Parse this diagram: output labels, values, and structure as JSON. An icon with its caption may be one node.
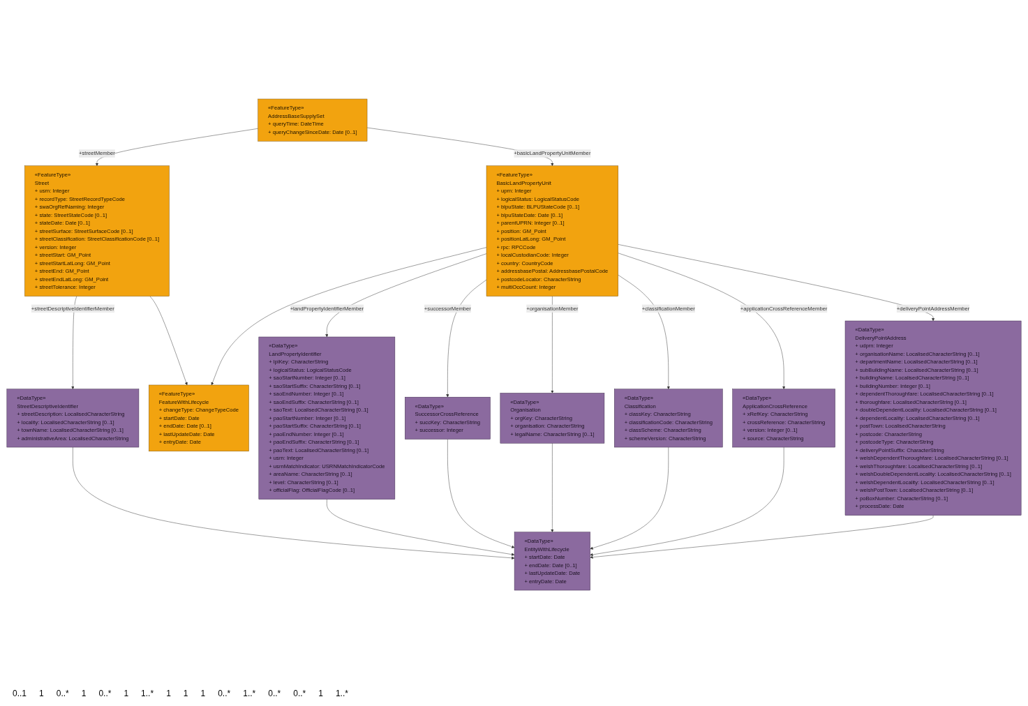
{
  "diagram": {
    "nodes": [
      {
        "text": [
          "«DataType»",
          "EntityWithLifecycle",
          "+ startDate: Date",
          "+ endDate: Date [0..1]",
          "+ lastUpdateDate: Date",
          "+ entryDate: Date"
        ]
      },
      {
        "text": [
          "«DataType»",
          "DeliveryPointAddress",
          "+ udprn: Integer",
          "+ organisationName: LocalisedCharacterString [0..1]",
          "+ departmentName: LocalisedCharacterString [0..1]",
          "+ subBuildingName: LocalisedCharacterString [0..1]",
          "+ buildingName: LocalisedCharacterString [0..1]",
          "+ buildingNumber: Integer [0..1]",
          "+ dependentThoroughfare: LocalisedCharacterString [0..1]",
          "+ thoroughfare: LocalisedCharacterString [0..1]",
          "+ doubleDependentLocality: LocalisedCharacterString [0..1]",
          "+ dependentLocality: LocalisedCharacterString [0..1]",
          "+ postTown: LocalisedCharacterString",
          "+ postcode: CharacterString",
          "+ postcodeType: CharacterString",
          "+ deliveryPointSuffix: CharacterString",
          "+ welshDependentThoroughfare: LocalisedCharacterString [0..1]",
          "+ welshThoroughfare: LocalisedCharacterString [0..1]",
          "+ welshDoubleDependentLocality: LocalisedCharacterString [0..1]",
          "+ welshDependentLocality: LocalisedCharacterString [0..1]",
          "+ welshPostTown: LocalisedCharacterString [0..1]",
          "+ poBoxNumber: CharacterString [0..1]",
          "+ processDate: Date"
        ]
      },
      {
        "text": [
          "«FeatureType»",
          "FeatureWithLifecycle",
          "+ changeType: ChangeTypeCode",
          "+ startDate: Date",
          "+ endDate: Date [0..1]",
          "+ lastUpdateDate: Date",
          "+ entryDate: Date"
        ]
      },
      {
        "text": [
          "«FeatureType»",
          "BasicLandPropertyUnit",
          "+ uprn: Integer",
          "+ logicalStatus: LogicalStatusCode",
          "+ blpuState: BLPUStateCode [0..1]",
          "+ blpuStateDate: Date [0..1]",
          "+ parentUPRN: Integer [0..1]",
          "+ position: GM_Point",
          "+ positionLatLong: GM_Point",
          "+ rpc: RPCCode",
          "+ localCustodianCode: Integer",
          "+ country: CountryCode",
          "+ addressbasePostal: AddressbasePostalCode",
          "+ postcodeLocator: CharacterString",
          "+ multiOccCount: Integer"
        ]
      },
      {
        "text": [
          "«DataType»",
          "ApplicationCrossReference",
          "+ xRefKey: CharacterString",
          "+ crossReference: CharacterString",
          "+ version: Integer [0..1]",
          "+ source: CharacterString"
        ]
      },
      {
        "text": [
          "«FeatureType»",
          "AddressBaseSupplySet",
          "+ queryTime: DateTime",
          "+ queryChangeSinceDate: Date [0..1]"
        ]
      },
      {
        "text": [
          "«DataType»",
          "Classification",
          "+ classKey: CharacterString",
          "+ classificationCode: CharacterString",
          "+ classScheme: CharacterString",
          "+ schemeVersion: CharacterString"
        ]
      },
      {
        "text": [
          "«FeatureType»",
          "Street",
          "+ usrn: Integer",
          "+ recordType: StreetRecordTypeCode",
          "+ swaOrgRefNaming: Integer",
          "+ state: StreetStateCode [0..1]",
          "+ stateDate: Date [0..1]",
          "+ streetSurface: StreetSurfaceCode [0..1]",
          "+ streetClassification: StreetClassificationCode [0..1]",
          "+ version: Integer",
          "+ streetStart: GM_Point",
          "+ streetStartLatLong: GM_Point",
          "+ streetEnd: GM_Point",
          "+ streetEndLatLong: GM_Point",
          "+ streetTolerance: Integer"
        ]
      },
      {
        "text": [
          "«DataType»",
          "Organisation",
          "+ orgKey: CharacterString",
          "+ organisation: CharacterString",
          "+ legalName: CharacterString [0..1]"
        ]
      },
      {
        "text": [
          "«DataType»",
          "LandPropertyIdentifier",
          "+ lpiKey: CharacterString",
          "+ logicalStatus: LogicalStatusCode",
          "+ saoStartNumber: Integer [0..1]",
          "+ saoStartSuffix: CharacterString [0..1]",
          "+ saoEndNumber: Integer [0..1]",
          "+ saoEndSuffix: CharacterString [0..1]",
          "+ saoText: LocalisedCharacterString [0..1]",
          "+ paoStartNumber: Integer [0..1]",
          "+ paoStartSuffix: CharacterString [0..1]",
          "+ paoEndNumber: Integer [0..1]",
          "+ paoEndSuffix: CharacterString [0..1]",
          "+ paoText: LocalisedCharacterString [0..1]",
          "+ usrn: Integer",
          "+ usrnMatchIndicator: USRNMatchIndicatorCode",
          "+ areaName: CharacterString [0..1]",
          "+ level: CharacterString [0..1]",
          "+ officialFlag: OfficialFlagCode [0..1]"
        ]
      },
      {
        "text": [
          "«DataType»",
          "SuccessorCrossReference",
          "+ succKey: CharacterString",
          "+ successor: Integer"
        ]
      },
      {
        "text": [
          "«DataType»",
          "StreetDescriptiveIdentifier",
          "+ streetDescription: LocalisedCharacterString",
          "+ locality: LocalisedCharacterString [0..1]",
          "+ townName: LocalisedCharacterString [0..1]",
          "+ administrativeArea: LocalisedCharacterString"
        ]
      }
    ],
    "edges": [
      {
        "from": 1,
        "to": 0,
        "arrow": "to"
      },
      {
        "from": 4,
        "to": 0,
        "arrow": "to"
      },
      {
        "from": 6,
        "to": 0,
        "arrow": "to"
      },
      {
        "from": 8,
        "to": 0,
        "arrow": "to"
      },
      {
        "from": 10,
        "to": 0,
        "arrow": "to"
      },
      {
        "from": 9,
        "to": 0,
        "arrow": "to"
      },
      {
        "from": 11,
        "to": 0,
        "arrow": "to"
      },
      {
        "from": 3,
        "to": 2,
        "arrow": "to"
      },
      {
        "from": 7,
        "to": 2,
        "arrow": "to"
      },
      {
        "from": 3,
        "to": 1,
        "arrow": "to",
        "label": "+deliveryPointAddressMember"
      },
      {
        "from": 3,
        "to": 4,
        "arrow": "to",
        "label": "+applicationCrossReferenceMember"
      },
      {
        "from": 5,
        "to": 3,
        "arrow": "to",
        "label": "+basicLandPropertyUnitMember"
      },
      {
        "from": 3,
        "to": 6,
        "arrow": "to",
        "label": "+classificationMember"
      },
      {
        "from": 5,
        "to": 7,
        "arrow": "to",
        "label": "+streetMember"
      },
      {
        "from": 3,
        "to": 9,
        "arrow": "to",
        "label": "+landPropertyIdentifierMember"
      },
      {
        "from": 3,
        "to": 8,
        "arrow": "to",
        "label": "+organisationMember"
      },
      {
        "from": 3,
        "to": 10,
        "arrow": "to",
        "label": "+successorMember"
      },
      {
        "from": 7,
        "to": 11,
        "arrow": "to",
        "label": "+streetDescriptiveIdentifierMember"
      }
    ],
    "labels": [
      "0..1",
      "1",
      "0..*",
      "1",
      "0..*",
      "1",
      "1..*",
      "1",
      "1",
      "1",
      "0..*",
      "1..*",
      "0..*",
      "0..*",
      "1",
      "1..*"
    ]
  }
}
